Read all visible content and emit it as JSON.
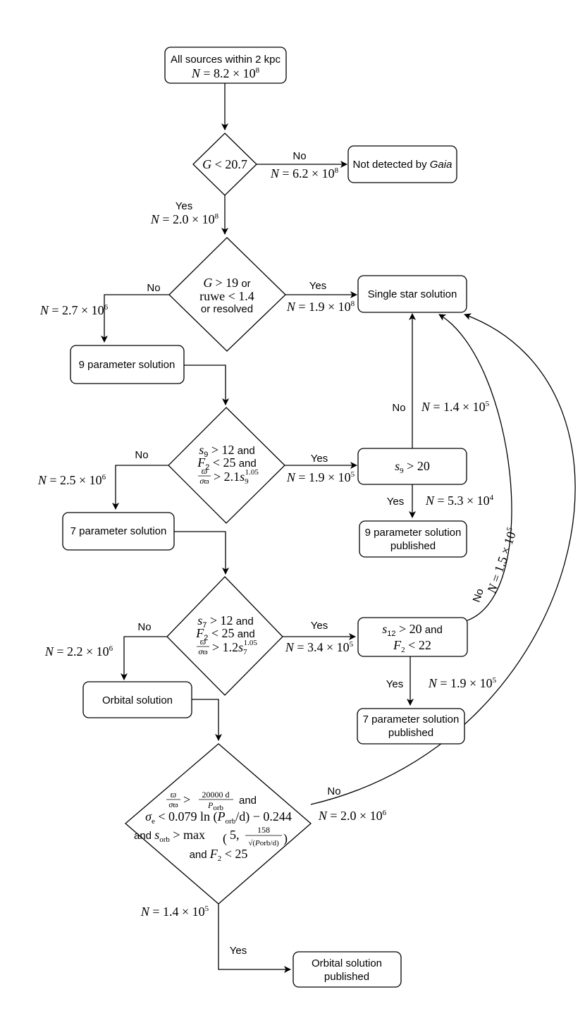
{
  "nodes": {
    "start": [
      "All sources within 2 kpc",
      "N = 8.2 × 10⁸"
    ],
    "d1": "G < 20.7",
    "notdetected": "Not detected by Gaia",
    "d2": [
      "G > 19 or",
      "ruwe < 1.4",
      "or resolved"
    ],
    "single": "Single star solution",
    "nine": "9 parameter solution",
    "d3": [
      "s₉ > 12 and",
      "F₂ < 25 and",
      "ϖ/σϖ > 2.1 s₉^1.05"
    ],
    "s9box": "s₉ > 20",
    "ninepub": [
      "9 parameter solution",
      "published"
    ],
    "seven": "7 parameter solution",
    "d4": [
      "s₇ > 12 and",
      "F₂ < 25 and",
      "ϖ/σϖ > 1.2 s₇^1.05"
    ],
    "s12box": [
      "s₁₂ > 20 and",
      "F₂ < 22"
    ],
    "sevenpub": [
      "7 parameter solution",
      "published"
    ],
    "orbital": "Orbital solution",
    "d5": [
      "ϖ/σϖ > 20000 d / P_orb and",
      "σ_e < 0.079 ln (P_orb/d) − 0.244",
      "and s_orb > max(5, 158/√(P_orb/d))",
      "and F₂ < 25"
    ],
    "orbpub": [
      "Orbital solution",
      "published"
    ]
  },
  "labels": {
    "no": "No",
    "yes": "Yes",
    "n_not_detected": "N = 6.2 × 10⁸",
    "n_detected": "N = 2.0 × 10⁸",
    "n_d2_no": "N = 2.7 × 10⁶",
    "n_d2_yes": "N = 1.9 × 10⁸",
    "n_s9_no": "N = 1.4 × 10⁵",
    "n_d3_no": "N = 2.5 × 10⁶",
    "n_d3_yes": "N = 1.9 × 10⁵",
    "n_s9_yes": "N = 5.3 × 10⁴",
    "n_s12_no": "N = 1.5 × 10⁵",
    "n_d4_no": "N = 2.2 × 10⁶",
    "n_d4_yes": "N = 3.4 × 10⁵",
    "n_s12_yes": "N = 1.9 × 10⁵",
    "n_d5_no": "N = 2.0 × 10⁶",
    "n_d5_yes": "N = 1.4 × 10⁵"
  }
}
